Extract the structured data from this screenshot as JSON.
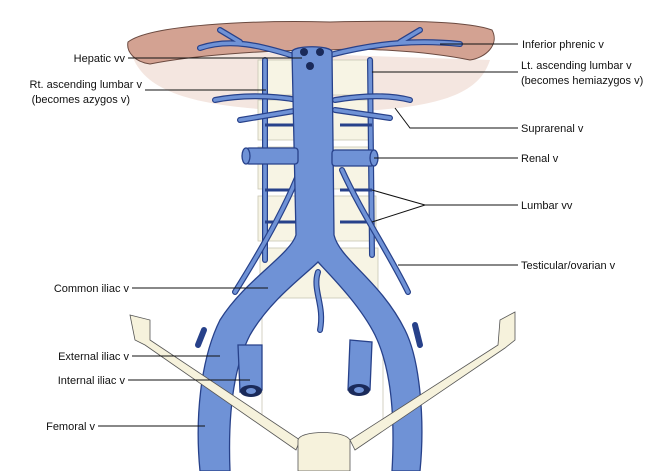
{
  "labels": {
    "hepatic": "Hepatic vv",
    "rt_lumbar_1": "Rt. ascending lumbar v",
    "rt_lumbar_2": "(becomes azygos v)",
    "common_iliac": "Common iliac v",
    "external_iliac": "External iliac v",
    "internal_iliac": "Internal iliac v",
    "femoral": "Femoral v",
    "inferior_phrenic": "Inferior phrenic v",
    "lt_lumbar_1": "Lt. ascending lumbar v",
    "lt_lumbar_2": "(becomes hemiazygos v)",
    "suprarenal": "Suprarenal v",
    "renal": "Renal v",
    "lumbar": "Lumbar vv",
    "testicular": "Testicular/ovarian v"
  },
  "colors": {
    "vein": "#6f92d6",
    "vein_outline": "#27418a",
    "diaphragm": "#d3a292"
  }
}
